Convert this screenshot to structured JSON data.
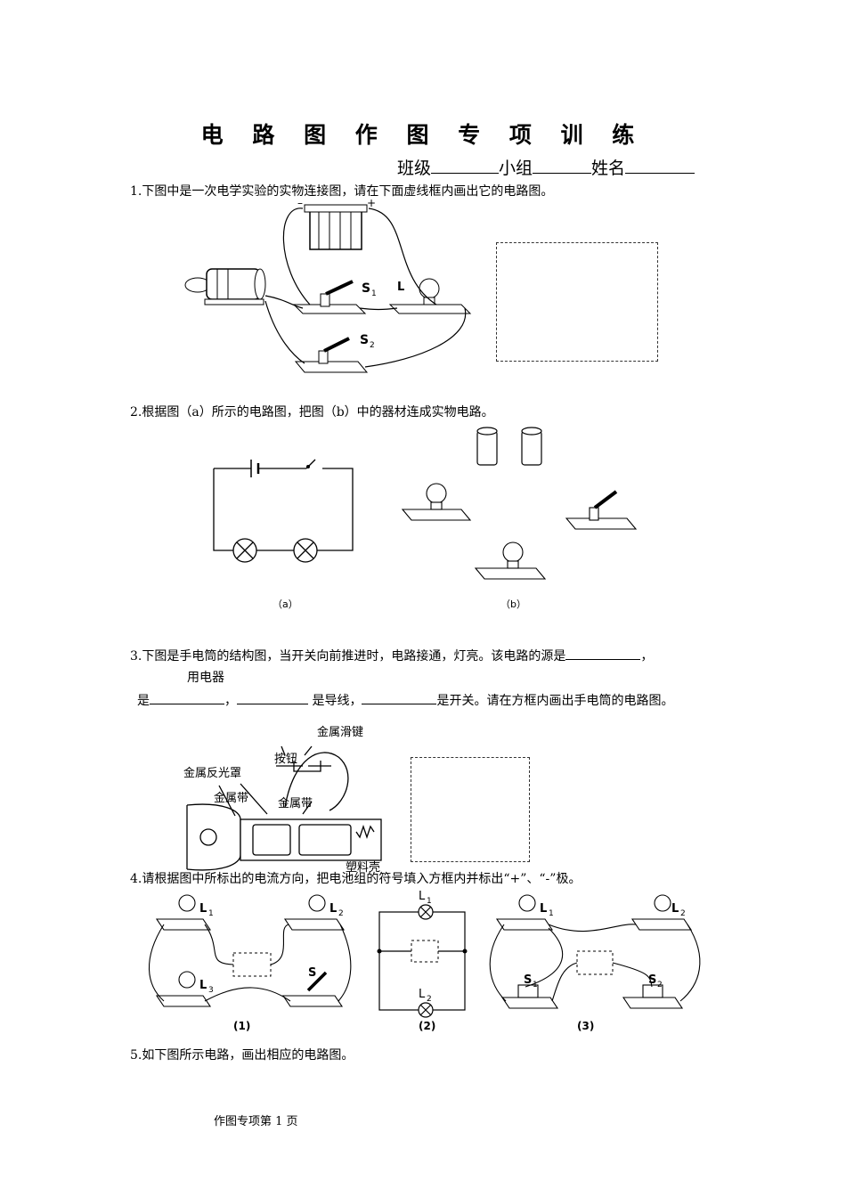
{
  "title": "电 路 图 作 图 专 项 训 练",
  "info": {
    "class_label": "班级",
    "group_label": "小组",
    "name_label": "姓名"
  },
  "q1": {
    "text": "1.下图中是一次电学实验的实物连接图，请在下面虚线框内画出它的电路图。",
    "minus": "–",
    "plus": "+",
    "s1": "S",
    "s1_sub": "1",
    "l": "L",
    "s2": "S",
    "s2_sub": "2"
  },
  "q2": {
    "text": "2.根据图（a）所示的电路图，把图（b）中的器材连成实物电路。",
    "label_a": "（a）",
    "label_b": "（b）"
  },
  "q3": {
    "line1": "3.下图是手电筒的结构图，当开关向前推进时，电路接通，灯亮。该电路的源是",
    "comma1": "，",
    "line2": "用电器",
    "is": "是",
    "comma2": "，",
    "is_wire": "是导线，",
    "is_switch": "是开关。请在方框内画出手电筒的电路图。",
    "labels": {
      "slider": "金属滑键",
      "button": "按钮",
      "reflector": "金属反光罩",
      "strip1": "金属带",
      "strip2": "金属带",
      "shell": "塑料壳"
    }
  },
  "q4": {
    "text": "4.请根据图中所标出的电流方向，把电池组的符号填入方框内并标出“+”、“-”极。",
    "L": "L",
    "sub1": "1",
    "sub2": "2",
    "sub3": "3",
    "S": "S",
    "fig1": "(1)",
    "fig2": "(2)",
    "fig3": "(3)"
  },
  "q5": {
    "text": "5.如下图所示电路，画出相应的电路图。"
  },
  "footer": "作图专项第 1 页"
}
